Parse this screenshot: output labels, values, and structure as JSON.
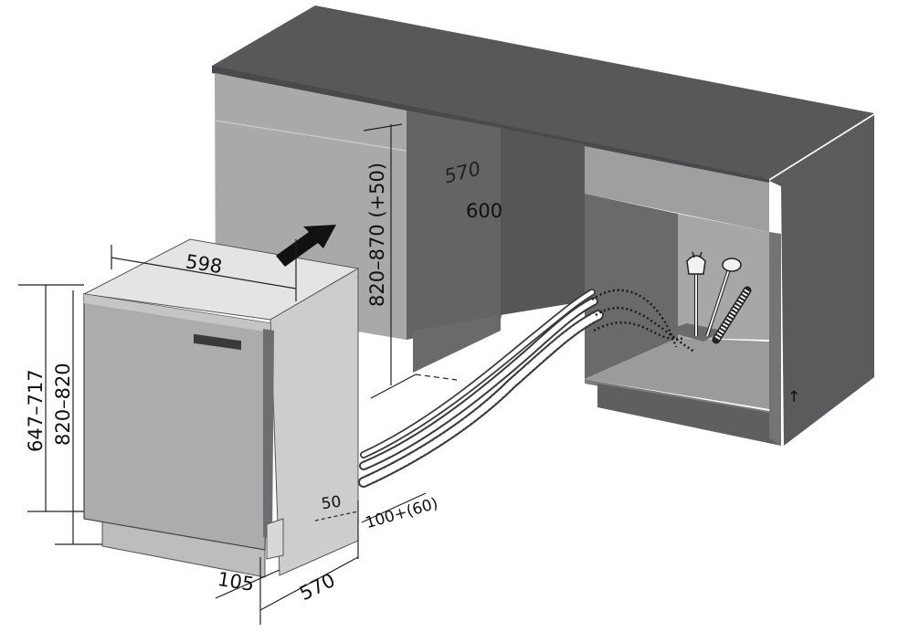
{
  "dimensions": {
    "appliance_width": "598",
    "appliance_height_range": "820–820",
    "panel_height_range": "647–717",
    "niche_height": "820–870 (+50)",
    "niche_depth": "570",
    "niche_width": "600",
    "plinth_height": "105",
    "appliance_depth": "570",
    "back_gap": "50",
    "hose_clearance": "100+(60)"
  },
  "colors": {
    "cabinet_dark": "#5f5f61",
    "cabinet_mid": "#6c6c6e",
    "cabinet_light": "#a8a8a9",
    "countertop": "#5a5a5c",
    "appliance_body": "#c9c9c9",
    "appliance_door": "#ababac",
    "arrow": "#111111"
  },
  "icons": [
    "insert-arrow",
    "power-plug",
    "water-inlet-hose",
    "drain-hose"
  ]
}
